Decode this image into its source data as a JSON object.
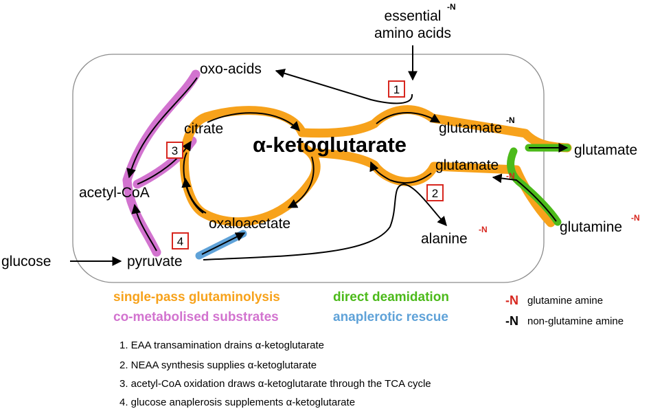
{
  "colors": {
    "glutaminolysis": "#f7a21b",
    "cometabolised": "#d273cf",
    "deamidation": "#4cba1a",
    "anaplerotic": "#5fa2d8",
    "glutamine_amine": "#d7261e",
    "cell_border": "#8c8c8c"
  },
  "labels": {
    "essential": "essential",
    "amino_acids": "amino acids",
    "oxo_acids": "oxo-acids",
    "citrate": "citrate",
    "akg": "α-ketoglutarate",
    "glutamate_upper": "glutamate",
    "glutamate_lower": "glutamate",
    "glutamate_out": "glutamate",
    "acetyl_coa": "acetyl-CoA",
    "oxaloacetate": "oxaloacetate",
    "alanine": "alanine",
    "glutamine": "glutamine",
    "glucose": "glucose",
    "pyruvate": "pyruvate",
    "minus_n": "-N"
  },
  "badges": [
    "1",
    "2",
    "3",
    "4"
  ],
  "legend": {
    "glutaminolysis": "single-pass glutaminolysis",
    "cometabolised": "co-metabolised substrates",
    "deamidation": "direct deamidation",
    "anaplerotic": "anaplerotic rescue"
  },
  "key": {
    "symbol": "-N",
    "glutamine_amine": "glutamine amine",
    "non_glutamine_amine": "non-glutamine amine"
  },
  "notes": [
    "1. EAA transamination drains α-ketoglutarate",
    "2. NEAA synthesis supplies α-ketoglutarate",
    "3. acetyl-CoA oxidation draws α-ketoglutarate through the TCA cycle",
    "4. glucose anaplerosis supplements α-ketoglutarate"
  ]
}
